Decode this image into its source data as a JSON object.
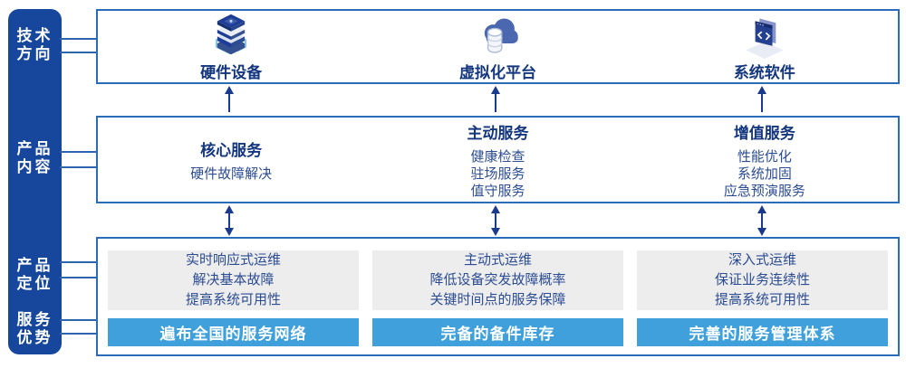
{
  "colors": {
    "sidebar_bg": "#16479C",
    "panel_border": "#2B6CB8",
    "heading_text": "#14367E",
    "body_text": "#2B4C92",
    "bar_bg": "#3FA0DB",
    "gray_box_bg": "#EDEDED",
    "arrow": "#1A3A8C"
  },
  "sidebar": {
    "items": [
      {
        "line1": "技术",
        "line2": "方向"
      },
      {
        "line1": "产品",
        "line2": "内容"
      },
      {
        "line1": "产品",
        "line2": "定位"
      },
      {
        "line1": "服务",
        "line2": "优势"
      }
    ]
  },
  "tech_row": {
    "items": [
      {
        "icon": "server-stack-icon",
        "label": "硬件设备"
      },
      {
        "icon": "cloud-database-icon",
        "label": "虚拟化平台"
      },
      {
        "icon": "code-window-icon",
        "label": "系统软件"
      }
    ]
  },
  "content_row": {
    "columns": [
      {
        "heading": "核心服务",
        "items": [
          "硬件故障解决"
        ]
      },
      {
        "heading": "主动服务",
        "items": [
          "健康检查",
          "驻场服务",
          "值守服务"
        ]
      },
      {
        "heading": "增值服务",
        "items": [
          "性能优化",
          "系统加固",
          "应急预演服务"
        ]
      }
    ]
  },
  "position_row": {
    "columns": [
      {
        "lines": [
          "实时响应式运维",
          "解决基本故障",
          "提高系统可用性"
        ],
        "bar": "遍布全国的服务网络"
      },
      {
        "lines": [
          "主动式运维",
          "降低设备突发故障概率",
          "关键时间点的服务保障"
        ],
        "bar": "完备的备件库存"
      },
      {
        "lines": [
          "深入式运维",
          "保证业务连续性",
          "提高系统可用性"
        ],
        "bar": "完善的服务管理体系"
      }
    ]
  }
}
